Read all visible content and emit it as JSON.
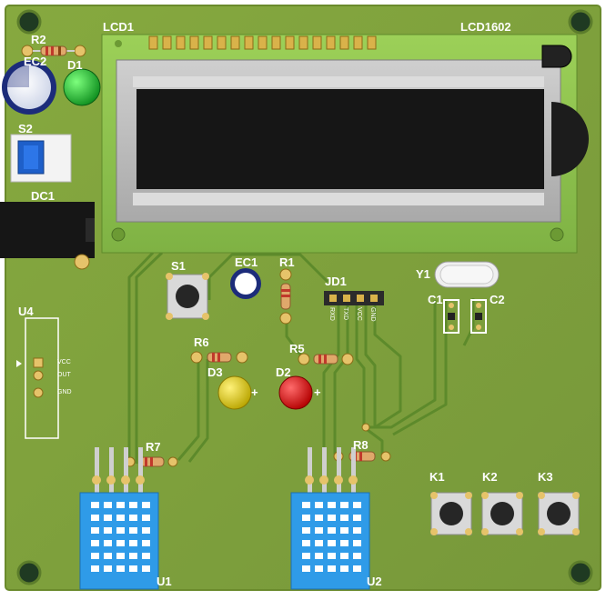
{
  "board": {
    "colors": {
      "pcb": "#7ea23a",
      "pcb_edge": "#6f8f31",
      "trace": "#5f8a2a",
      "lcd_module": "#8fc24a",
      "lcd_screen": "#1a1a1a",
      "header_pin": "#d9b24a",
      "sensor": "#2f9be8"
    }
  },
  "labels": {
    "lcd1": "LCD1",
    "lcd1602": "LCD1602",
    "r2": "R2",
    "ec2": "EC2",
    "d1": "D1",
    "s2": "S2",
    "dc1": "DC1",
    "s1": "S1",
    "ec1": "EC1",
    "r1": "R1",
    "jd1": "JD1",
    "y1": "Y1",
    "c1": "C1",
    "c2": "C2",
    "u4": "U4",
    "r6": "R6",
    "d3": "D3",
    "r5": "R5",
    "d2": "D2",
    "r7": "R7",
    "r8": "R8",
    "k1": "K1",
    "k2": "K2",
    "k3": "K3",
    "u1": "U1",
    "u2": "U2"
  },
  "jd1_pins": [
    "GND",
    "VCC",
    "TXD",
    "RXD"
  ],
  "u4_pins": [
    "VCC",
    "OUT",
    "GND"
  ],
  "led_marks": {
    "d3": "+",
    "d2": "+"
  }
}
